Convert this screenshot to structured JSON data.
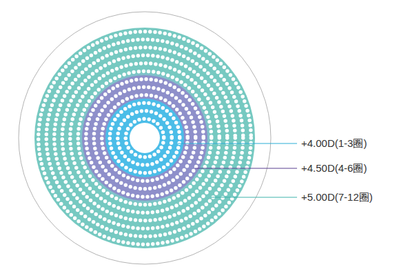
{
  "diagram": {
    "labels": [
      "+4.00D(1-3圈)",
      "+4.50D(4-6圈)",
      "+5.00D(7-12圈)"
    ]
  }
}
